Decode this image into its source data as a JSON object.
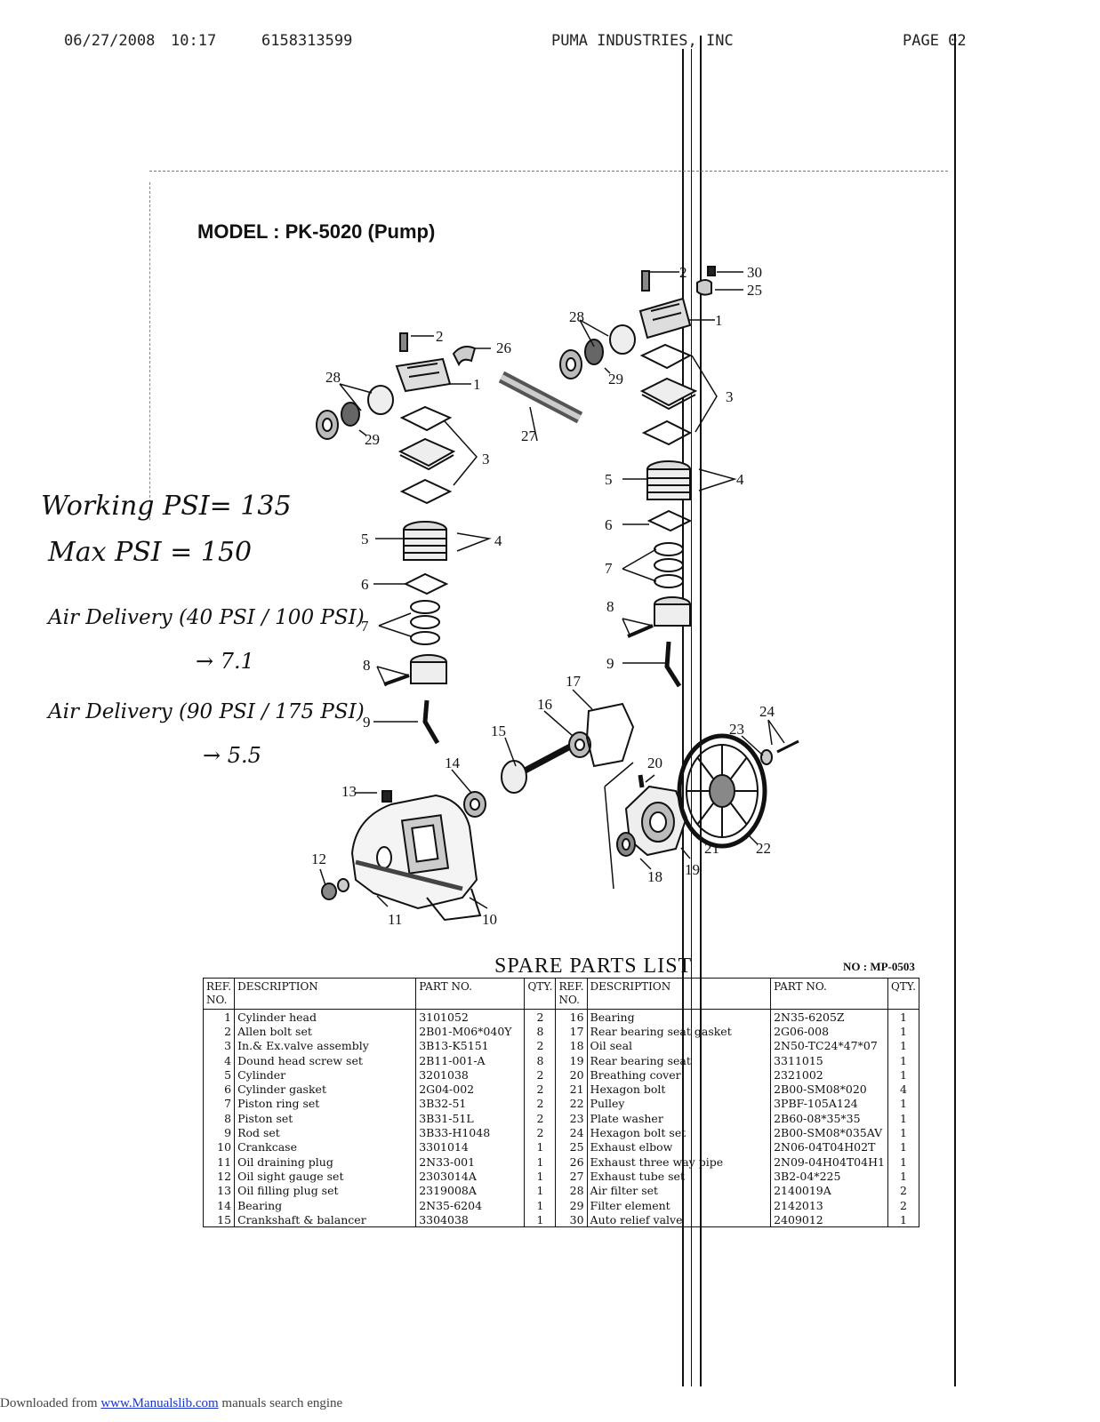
{
  "fax_header": {
    "date": "06/27/2008",
    "time": "10:17",
    "fax_number": "6158313599",
    "company": "PUMA INDUSTRIES, INC",
    "page": "PAGE  02"
  },
  "model_title": "MODEL : PK-5020 (Pump)",
  "handwritten_notes": [
    "Working PSI= 135",
    "Max PSI = 150",
    "Air Delivery (40 PSI / 100 PSI)",
    "→ 7.1",
    "Air Delivery (90 PSI / 175 PSI)",
    "→ 5.5"
  ],
  "diagram_callouts": {
    "c1a": "1",
    "c2a": "2",
    "c26": "26",
    "c28a": "28",
    "c29a": "29",
    "c3a": "3",
    "c5a": "5",
    "c4a": "4",
    "c6a": "6",
    "c7a": "7",
    "c8a": "8",
    "c9a": "9",
    "c27": "27",
    "c2b": "2",
    "c30": "30",
    "c25": "25",
    "c1b": "1",
    "c28b": "28",
    "c29b": "29",
    "c3b": "3",
    "c5b": "5",
    "c4b": "4",
    "c6b": "6",
    "c7b": "7",
    "c8b": "8",
    "c9b": "9",
    "c17": "17",
    "c16": "16",
    "c15": "15",
    "c14": "14",
    "c13": "13",
    "c12": "12",
    "c11": "11",
    "c10": "10",
    "c20": "20",
    "c24": "24",
    "c23": "23",
    "c21": "21",
    "c22": "22",
    "c19": "19",
    "c18": "18"
  },
  "spare_parts": {
    "title": "SPARE PARTS LIST",
    "doc_no": "NO : MP-0503",
    "headers": {
      "ref": "REF. NO.",
      "description": "DESCRIPTION",
      "part_no": "PART NO.",
      "qty": "QTY."
    },
    "rows": [
      {
        "l_ref": "1",
        "l_desc": "Cylinder head",
        "l_pn": "3101052",
        "l_qty": "2",
        "r_ref": "16",
        "r_desc": "Bearing",
        "r_pn": "2N35-6205Z",
        "r_qty": "1"
      },
      {
        "l_ref": "2",
        "l_desc": "Allen bolt set",
        "l_pn": "2B01-M06*040Y",
        "l_qty": "8",
        "r_ref": "17",
        "r_desc": "Rear bearing seat gasket",
        "r_pn": "2G06-008",
        "r_qty": "1"
      },
      {
        "l_ref": "3",
        "l_desc": "In.& Ex.valve assembly",
        "l_pn": "3B13-K5151",
        "l_qty": "2",
        "r_ref": "18",
        "r_desc": "Oil seal",
        "r_pn": "2N50-TC24*47*07",
        "r_qty": "1"
      },
      {
        "l_ref": "4",
        "l_desc": "Dound head screw set",
        "l_pn": "2B11-001-A",
        "l_qty": "8",
        "r_ref": "19",
        "r_desc": "Rear bearing seat",
        "r_pn": "3311015",
        "r_qty": "1"
      },
      {
        "l_ref": "5",
        "l_desc": "Cylinder",
        "l_pn": "3201038",
        "l_qty": "2",
        "r_ref": "20",
        "r_desc": "Breathing cover",
        "r_pn": "2321002",
        "r_qty": "1"
      },
      {
        "l_ref": "6",
        "l_desc": "Cylinder gasket",
        "l_pn": "2G04-002",
        "l_qty": "2",
        "r_ref": "21",
        "r_desc": "Hexagon bolt",
        "r_pn": "2B00-SM08*020",
        "r_qty": "4"
      },
      {
        "l_ref": "7",
        "l_desc": "Piston ring set",
        "l_pn": "3B32-51",
        "l_qty": "2",
        "r_ref": "22",
        "r_desc": "Pulley",
        "r_pn": "3PBF-105A124",
        "r_qty": "1"
      },
      {
        "l_ref": "8",
        "l_desc": "Piston set",
        "l_pn": "3B31-51L",
        "l_qty": "2",
        "r_ref": "23",
        "r_desc": "Plate washer",
        "r_pn": "2B60-08*35*35",
        "r_qty": "1"
      },
      {
        "l_ref": "9",
        "l_desc": "Rod set",
        "l_pn": "3B33-H1048",
        "l_qty": "2",
        "r_ref": "24",
        "r_desc": "Hexagon bolt set",
        "r_pn": "2B00-SM08*035AV",
        "r_qty": "1"
      },
      {
        "l_ref": "10",
        "l_desc": "Crankcase",
        "l_pn": "3301014",
        "l_qty": "1",
        "r_ref": "25",
        "r_desc": "Exhaust elbow",
        "r_pn": "2N06-04T04H02T",
        "r_qty": "1"
      },
      {
        "l_ref": "11",
        "l_desc": "Oil draining plug",
        "l_pn": "2N33-001",
        "l_qty": "1",
        "r_ref": "26",
        "r_desc": "Exhaust three way pipe",
        "r_pn": "2N09-04H04T04H1",
        "r_qty": "1"
      },
      {
        "l_ref": "12",
        "l_desc": "Oil sight gauge set",
        "l_pn": "2303014A",
        "l_qty": "1",
        "r_ref": "27",
        "r_desc": "Exhaust tube set",
        "r_pn": "3B2-04*225",
        "r_qty": "1"
      },
      {
        "l_ref": "13",
        "l_desc": "Oil filling plug set",
        "l_pn": "2319008A",
        "l_qty": "1",
        "r_ref": "28",
        "r_desc": "Air filter set",
        "r_pn": "2140019A",
        "r_qty": "2"
      },
      {
        "l_ref": "14",
        "l_desc": "Bearing",
        "l_pn": "2N35-6204",
        "l_qty": "1",
        "r_ref": "29",
        "r_desc": "Filter element",
        "r_pn": "2142013",
        "r_qty": "2"
      },
      {
        "l_ref": "15",
        "l_desc": "Crankshaft & balancer",
        "l_pn": "3304038",
        "l_qty": "1",
        "r_ref": "30",
        "r_desc": "Auto relief valve",
        "r_pn": "2409012",
        "r_qty": "1"
      }
    ]
  },
  "footer": {
    "prefix": "Downloaded from ",
    "link_text": "www.Manualslib.com",
    "suffix": " manuals search engine"
  }
}
